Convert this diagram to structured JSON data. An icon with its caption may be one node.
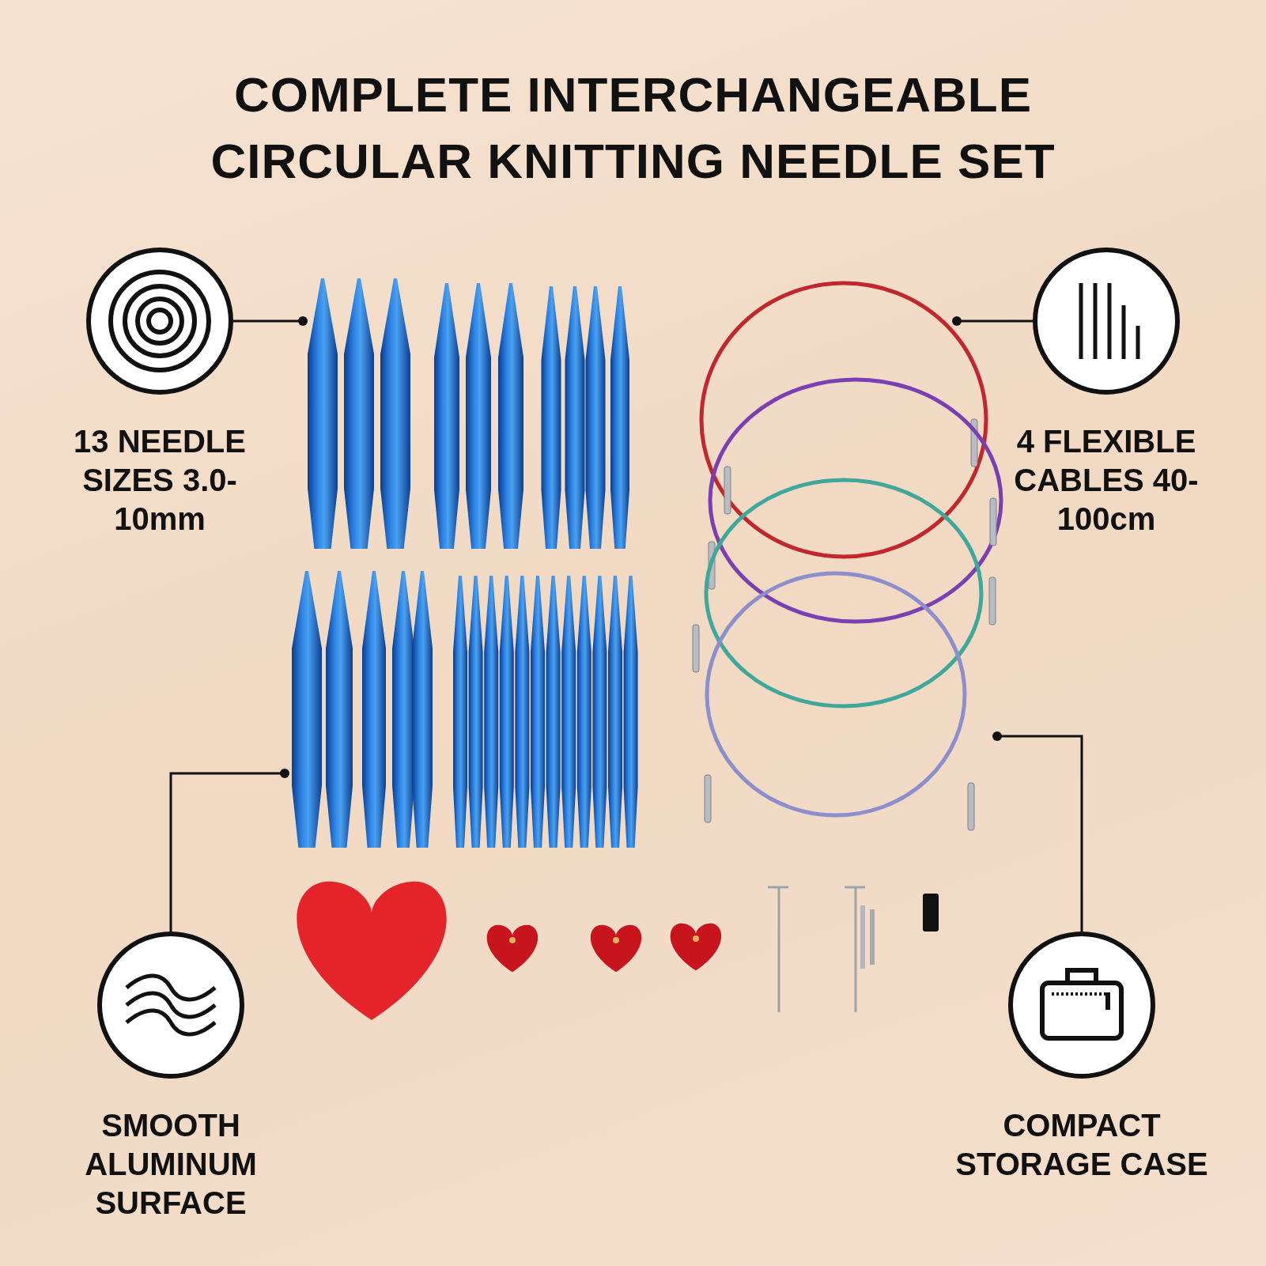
{
  "diagram": {
    "title": "COMPLETE INTERCHANGEABLE CIRCULAR KNITTING NEEDLE SET",
    "nodes": [
      {
        "text": [
          "13 NEEDLE SIZES 3.0-10mm"
        ]
      },
      {
        "text": [],
        "shape": "picture"
      },
      {
        "text": [
          "4 FLEXIBLE CABLES 40-100cm"
        ]
      },
      {
        "text": [],
        "shape": "picture"
      },
      {
        "text": [
          "SMOOTH ALUMINUM SURFACE"
        ]
      },
      {
        "text": [],
        "shape": "picture"
      },
      {
        "text": [
          "COMPACT STORAGE CASE"
        ]
      }
    ],
    "edges": [
      {
        "from": 0,
        "to": 1,
        "arrow": "other"
      },
      {
        "from": 2,
        "to": 3,
        "arrow": "other"
      },
      {
        "from": 4,
        "to": 5,
        "arrow": "other"
      },
      {
        "from": 6,
        "to": 3,
        "arrow": "other"
      }
    ]
  }
}
